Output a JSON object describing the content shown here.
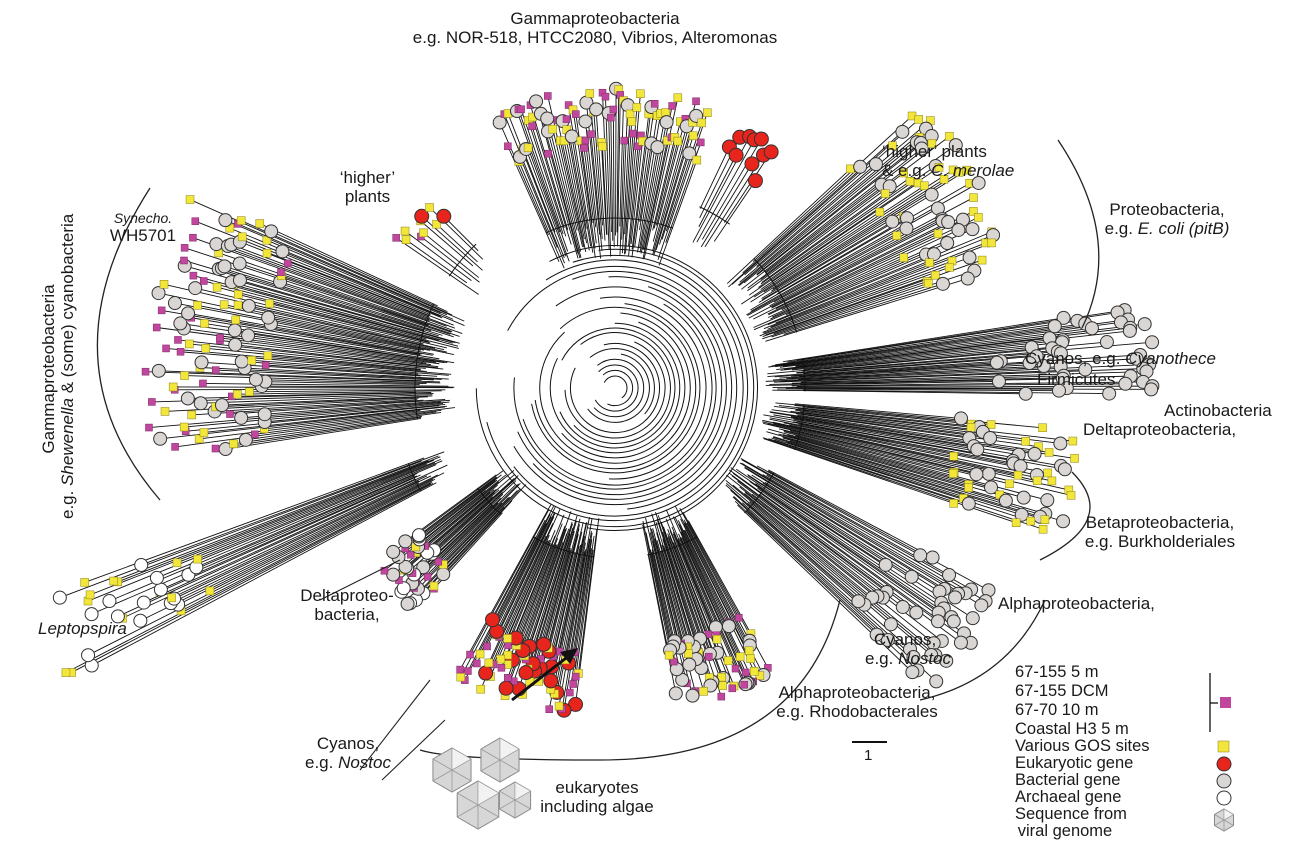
{
  "colors": {
    "gos_site": "#f2e63a",
    "gos_site_edge": "#8a7f1a",
    "station": "#c1469e",
    "eukaryotic": "#e8251d",
    "bacterial": "#d9d6d4",
    "archaeal": "#ffffff",
    "branch": "#111111"
  },
  "labels": {
    "gamma_top": "Gammaproteobacteria",
    "gamma_top_eg": "e.g. NOR-518, HTCC2080, Vibrios, Alteromonas",
    "higher_plants_right_1": "‘higher’ plants",
    "higher_plants_right_2a": "& e.g. ",
    "higher_plants_right_2b": "C. merolae",
    "higher_plants_left_1": "‘higher’",
    "higher_plants_left_2": "plants",
    "synecho_1": "Synecho.",
    "synecho_2": "WH5701",
    "gamma_left_1": "Gammaproteobacteria",
    "gamma_left_2a": "e.g. ",
    "gamma_left_2b": "Shewenella",
    "gamma_left_2c": " & (some) cyanobacteria",
    "proteo_right_1": "Proteobacteria,",
    "proteo_right_2a": "e.g. ",
    "proteo_right_2b": "E. coli (pitB)",
    "cyanos_cyanothece_a": "Cyanos, e.g. ",
    "cyanos_cyanothece_b": "Cyanothece",
    "firmicutes": "Firmicutes",
    "actinobacteria": "Actinobacteria",
    "delta_right": "Deltaproteobacteria,",
    "beta_1": "Betaproteobacteria,",
    "beta_2": "e.g. Burkholderiales",
    "alpha_right": "Alphaproteobacteria,",
    "cyanos_nostoc_right_1": "Cyanos,",
    "cyanos_nostoc_right_2a": "e.g. ",
    "cyanos_nostoc_right_2b": "Nostoc",
    "alpha_rhodo_1": "Alphaproteobacteria,",
    "alpha_rhodo_2": "e.g. Rhodobacterales",
    "delta_left_1": "Deltaproteo-",
    "delta_left_2": "bacteria,",
    "cyanos_nostoc_left_1": "Cyanos,",
    "cyanos_nostoc_left_2a": "e.g. ",
    "cyanos_nostoc_left_2b": "Nostoc",
    "eukaryotes_1": "eukaryotes",
    "eukaryotes_2": "including algae",
    "leptospira": "Leptopspira",
    "scale": "1"
  },
  "legend": {
    "stations": [
      "67-155 5 m",
      "67-155 DCM",
      "67-70 10 m",
      "Coastal H3 5 m"
    ],
    "gos": "Various GOS sites",
    "eukaryotic": "Eukaryotic gene",
    "bacterial": "Bacterial gene",
    "archaeal": "Archaeal gene",
    "viral_1": "Sequence from",
    "viral_2": "viral genome"
  }
}
